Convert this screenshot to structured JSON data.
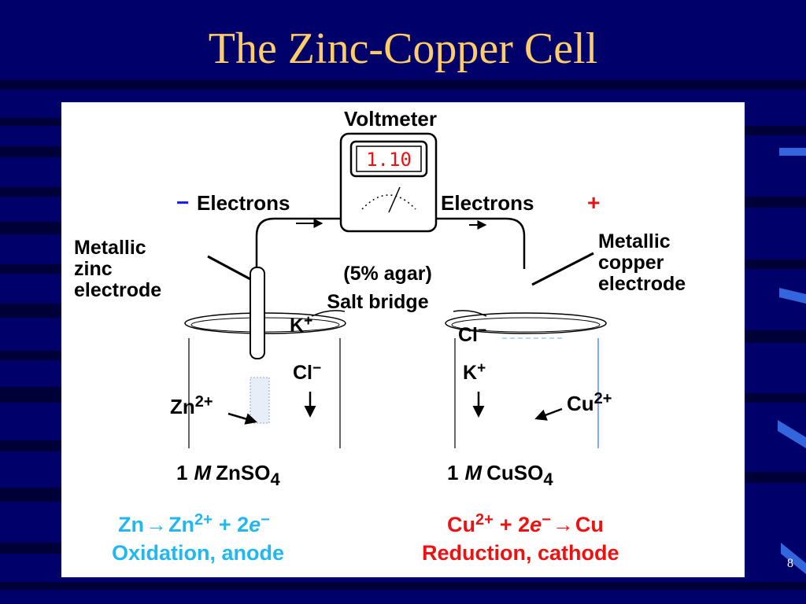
{
  "slide": {
    "title": "The Zinc-Copper Cell",
    "page_number": "8"
  },
  "colors": {
    "background": "#00006a",
    "title": "#ffcc66",
    "panel": "#ffffff",
    "ink": "#000000",
    "minus_sign": "#1a1aff",
    "anode_text": "#22b7ee",
    "cathode_text": "#ee1111",
    "display": "#ee1111"
  },
  "diagram": {
    "voltmeter_label": "Voltmeter",
    "voltmeter_reading": "1.10",
    "electrons_left": "Electrons",
    "electrons_right": "Electrons",
    "minus_sign": "−",
    "plus_sign": "+",
    "zinc_label": [
      "Metallic",
      "zinc",
      "electrode"
    ],
    "copper_label": [
      "Metallic",
      "copper",
      "electrode"
    ],
    "salt_bridge": [
      "(5% agar)",
      "Salt bridge"
    ],
    "left_ions": {
      "k_base": "K",
      "k_sup": "+",
      "cl_base": "Cl",
      "cl_sup": "−"
    },
    "right_ions": {
      "cl_base": "Cl",
      "cl_sup": "−",
      "k_base": "K",
      "k_sup": "+"
    },
    "zn_ion": {
      "base": "Zn",
      "sup": "2+"
    },
    "cu_ion": {
      "base": "Cu",
      "sup": "2+"
    },
    "left_solution": {
      "conc": "1",
      "unit": "M",
      "formula": "ZnSO",
      "sub": "4"
    },
    "right_solution": {
      "conc": "1",
      "unit": "M",
      "formula": "CuSO",
      "sub": "4"
    },
    "anode": {
      "reactant": "Zn",
      "product_base": "Zn",
      "product_sup": "2+",
      "plus": "+ 2",
      "electron": "e",
      "electron_sup": "−",
      "label": "Oxidation, anode"
    },
    "cathode": {
      "reactant_base": "Cu",
      "reactant_sup": "2+",
      "plus": "+ 2",
      "electron": "e",
      "electron_sup": "−",
      "product": "Cu",
      "label": "Reduction, cathode"
    }
  }
}
